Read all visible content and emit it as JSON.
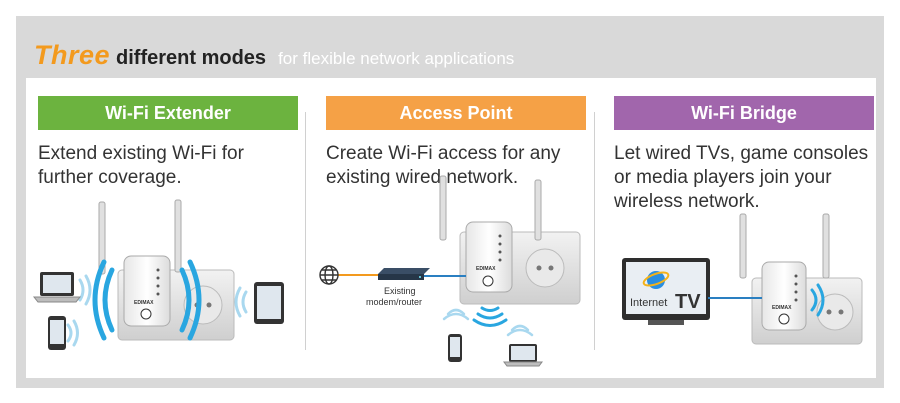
{
  "headline": {
    "word1": "Three",
    "word2": "different modes",
    "subtitle": "for flexible network applications"
  },
  "colors": {
    "extender": "#6cb33f",
    "access_point": "#f5a146",
    "bridge": "#a166ac",
    "wave_blue": "#29a6e0",
    "three_orange": "#f39a1e"
  },
  "modes": [
    {
      "title": "Wi-Fi Extender",
      "description": "Extend existing Wi-Fi for further coverage."
    },
    {
      "title": "Access Point",
      "description": "Create Wi-Fi access for any existing wired network."
    },
    {
      "title": "Wi-Fi Bridge",
      "description": "Let wired TVs, game consoles or media players join your wireless network."
    }
  ],
  "labels": {
    "modem_line1": "Existing",
    "modem_line2": "modem/router",
    "tv_text": "Internet",
    "tv_big": "TV",
    "brand": "EDIMAX"
  }
}
